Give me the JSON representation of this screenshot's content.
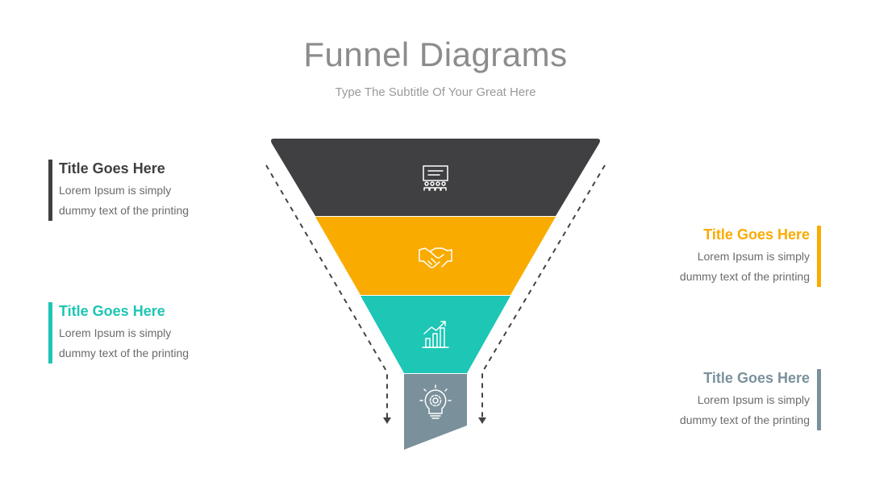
{
  "header": {
    "title": "Funnel Diagrams",
    "subtitle": "Type The Subtitle Of Your Great Here"
  },
  "colors": {
    "dark": "#404042",
    "orange": "#f9ab00",
    "teal": "#1dc6b5",
    "slate": "#7a919c",
    "title_gray": "#8c8c8c",
    "text_gray": "#6b6b6b"
  },
  "funnel": {
    "stages": [
      {
        "icon": "presentation-icon",
        "color": "#404042"
      },
      {
        "icon": "handshake-icon",
        "color": "#f9ab00"
      },
      {
        "icon": "growth-chart-icon",
        "color": "#1dc6b5"
      },
      {
        "icon": "lightbulb-gear-icon",
        "color": "#7a919c"
      }
    ]
  },
  "blocks": [
    {
      "title": "Title Goes Here",
      "line1": "Lorem Ipsum is simply",
      "line2": "dummy text of the printing",
      "color": "#404042"
    },
    {
      "title": "Title Goes Here",
      "line1": "Lorem Ipsum is simply",
      "line2": "dummy text of the printing",
      "color": "#1dc6b5"
    },
    {
      "title": "Title Goes Here",
      "line1": "Lorem Ipsum is simply",
      "line2": "dummy text of the printing",
      "color": "#f9ab00"
    },
    {
      "title": "Title Goes Here",
      "line1": "Lorem Ipsum is simply",
      "line2": "dummy text of the printing",
      "color": "#7a919c"
    }
  ]
}
